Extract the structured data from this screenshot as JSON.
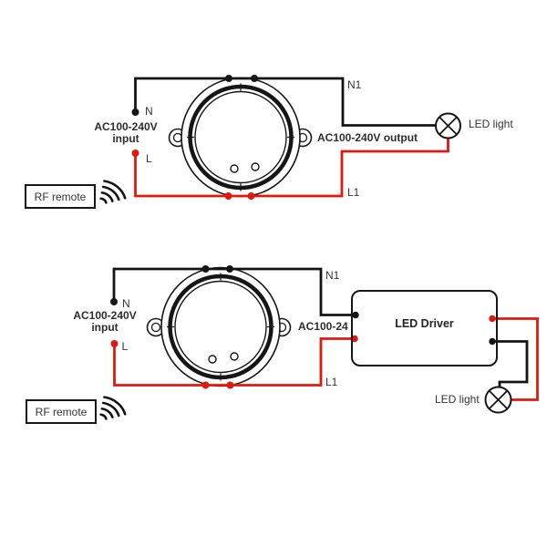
{
  "colors": {
    "wire_live": "#de1a10",
    "wire_neutral": "#141414",
    "outline": "#161616",
    "label_text": "#333333"
  },
  "icons": {
    "rf_signal": "rf-waves-icon",
    "led_lamp": "lamp-cross-icon",
    "sensor": "round-sensor-receiver"
  },
  "top_circuit": {
    "remote_label": "RF remote",
    "input_label_line1": "AC100-240V",
    "input_label_line2": "input",
    "terminal_n": "N",
    "terminal_l": "L",
    "terminal_n1": "N1",
    "terminal_l1": "L1",
    "output_label": "AC100-240V output",
    "led_label": "LED light"
  },
  "bottom_circuit": {
    "remote_label": "RF remote",
    "input_label_line1": "AC100-240V",
    "input_label_line2": "input",
    "terminal_n": "N",
    "terminal_l": "L",
    "terminal_n1": "N1",
    "terminal_l1": "L1",
    "output_label": "AC100-24",
    "driver_label": "LED Driver",
    "led_label": "LED light"
  }
}
